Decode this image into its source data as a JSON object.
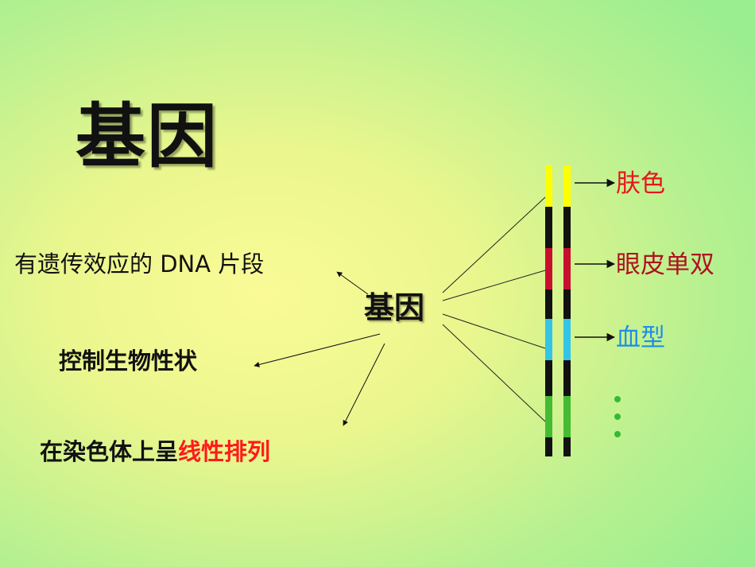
{
  "title": "基因",
  "center": "基因",
  "labels": {
    "definition": "有遗传效应的 DNA 片段",
    "control": "控制生物性状",
    "linear_prefix": "在染色体上呈",
    "linear_highlight": "线性排列"
  },
  "traits": [
    "肤色",
    "眼皮单双",
    "血型"
  ],
  "colors": {
    "yellow_band": "#ffff00",
    "red_band": "#c8102e",
    "blue_band": "#33c4e8",
    "green_band": "#44bb33",
    "black_band": "#111111",
    "highlight_text": "#ff1a1a",
    "dots": "#33bb33"
  }
}
